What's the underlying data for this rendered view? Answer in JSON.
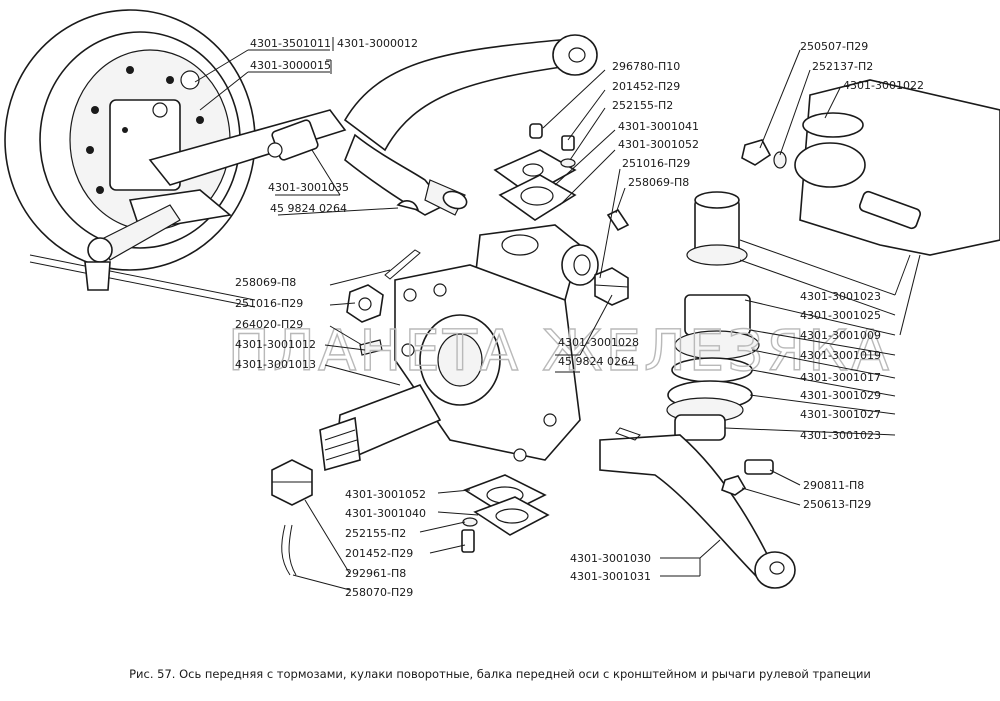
{
  "labels": {
    "l1": "4301-3501011",
    "l2": "4301-3000012",
    "l3": "4301-3000015",
    "l4": "4301-3001035",
    "l5": "45 9824 0264",
    "l6": "296780-П10",
    "l7": "201452-П29",
    "l8": "252155-П2",
    "l9": "4301-3001041",
    "l10": "4301-3001052",
    "l11": "251016-П29",
    "l12": "258069-П8",
    "l13": "250507-П29",
    "l14": "252137-П2",
    "l15": "4301-3001022",
    "l16": "258069-П8",
    "l17": "251016-П29",
    "l18": "264020-П29",
    "l19": "4301-3001012",
    "l20": "4301-3001013",
    "l21": "4301-3001028",
    "l22": "45 9824 0264",
    "l23": "4301-3001023",
    "l24": "4301-3001025",
    "l25": "4301-3001009",
    "l26": "4301-3001019",
    "l27": "4301-3001017",
    "l28": "4301-3001029",
    "l29": "4301-3001027",
    "l30": "4301-3001023",
    "l31": "290811-П8",
    "l32": "250613-П29",
    "l33": "4301-3001052",
    "l34": "4301-3001040",
    "l35": "252155-П2",
    "l36": "201452-П29",
    "l37": "292961-П8",
    "l38": "258070-П29",
    "l39": "4301-3001030",
    "l40": "4301-3001031"
  },
  "watermark": "ПЛАНЕТА ЖЕЛЕЗЯКА",
  "caption": "Рис. 57. Ось передняя с тормозами, кулаки поворотные, балка передней оси с кронштейном и рычаги рулевой трапеции"
}
